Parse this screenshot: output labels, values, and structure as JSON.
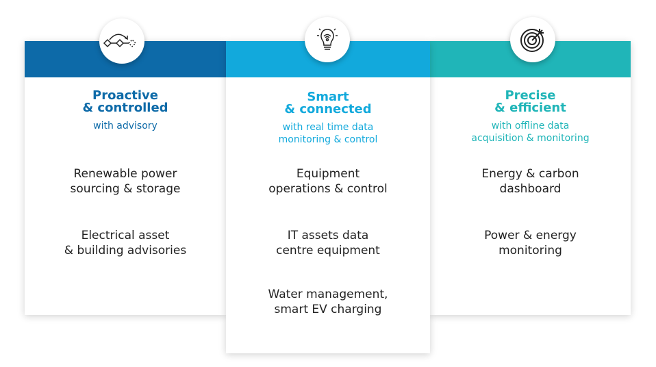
{
  "colors": {
    "card1": "#0d6aa8",
    "card2": "#12a9dc",
    "card3": "#20b5b8"
  },
  "cards": [
    {
      "icon": "workflow-icon",
      "title1": "Proactive",
      "title2": "& controlled",
      "sub1": "with advisory",
      "sub2": "",
      "features": [
        [
          "Renewable power",
          "sourcing & storage"
        ],
        [
          "Electrical asset",
          "& building advisories"
        ]
      ]
    },
    {
      "icon": "smart-bulb-icon",
      "title1": "Smart",
      "title2": "& connected",
      "sub1": "with real time data",
      "sub2": "monitoring & control",
      "features": [
        [
          "Equipment",
          "operations & control"
        ],
        [
          "IT assets data",
          "centre equipment"
        ],
        [
          "Water management,",
          "smart EV charging"
        ]
      ]
    },
    {
      "icon": "target-icon",
      "title1": "Precise",
      "title2": "& efficient",
      "sub1": "with offline data",
      "sub2": "acquisition & monitoring",
      "features": [
        [
          "Energy & carbon",
          "dashboard"
        ],
        [
          "Power & energy",
          "monitoring"
        ]
      ]
    }
  ]
}
